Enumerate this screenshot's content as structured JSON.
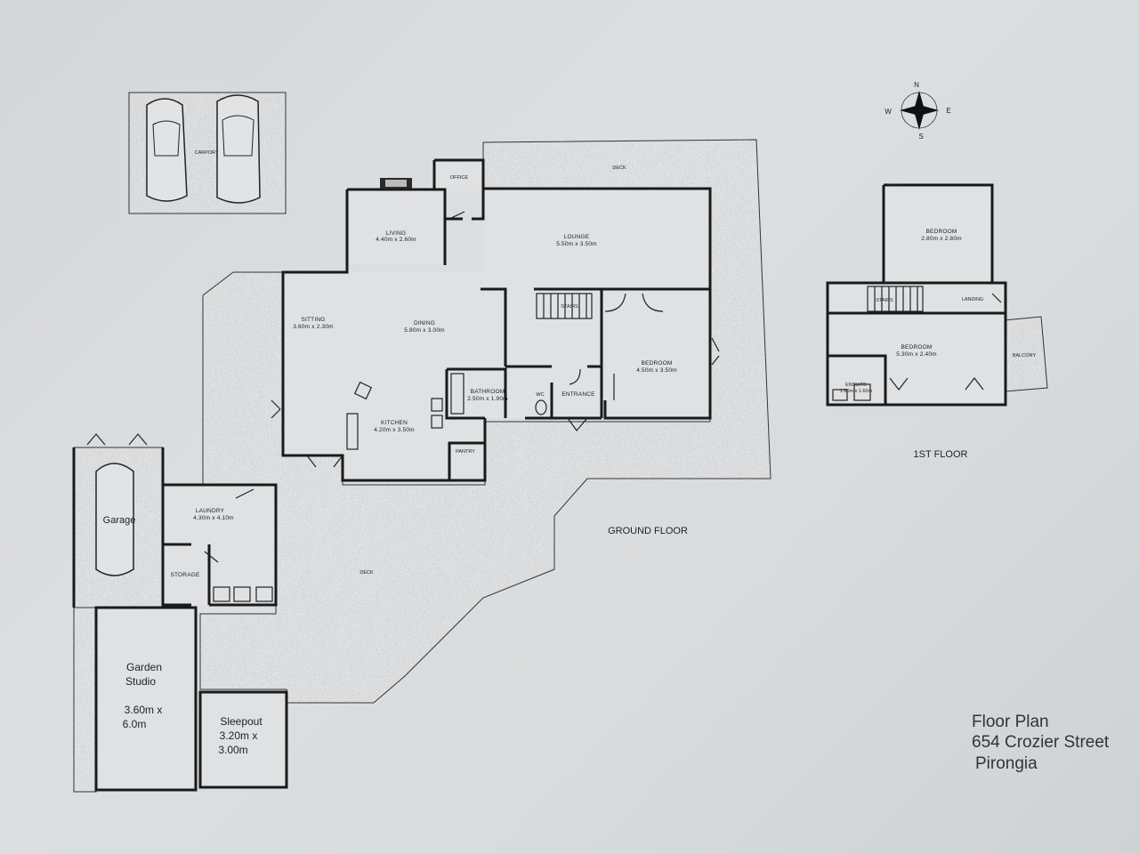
{
  "title_block": {
    "line1": "Floor Plan",
    "line2": "654 Crozier Street",
    "line3": "Pirongia"
  },
  "floors": {
    "ground": "GROUND FLOOR",
    "first": "1ST FLOOR"
  },
  "compass": {
    "n": "N",
    "e": "E",
    "s": "S",
    "w": "W"
  },
  "ground_rooms": {
    "carport": "CARPORT",
    "office": "OFFICE",
    "deck_north": "DECK",
    "living": "LIVING",
    "living_dim": "4.40m x 2.60m",
    "lounge": "LOUNGE",
    "lounge_dim": "5.50m x 3.50m",
    "sitting": "SITTING",
    "sitting_dim": "3.60m x 2.30m",
    "dining": "DINING",
    "dining_dim": "5.80m x 3.00m",
    "stairs": "STAIRS",
    "bedroom": "BEDROOM",
    "bedroom_dim": "4.50m x 3.50m",
    "bathroom": "BATHROOM",
    "bathroom_dim": "2.50m x 1.90m",
    "wc": "WC",
    "entrance": "ENTRANCE",
    "kitchen": "KITCHEN",
    "kitchen_dim": "4.20m x 3.50m",
    "pantry": "PANTRY",
    "garage": "Garage",
    "laundry": "LAUNDRY",
    "laundry_dim": "4.30m x 4.10m",
    "storage": "STORAGE",
    "deck_south": "DECK",
    "garden_studio_1": "Garden",
    "garden_studio_2": "Studio",
    "garden_studio_dim1": "3.60m x",
    "garden_studio_dim2": "6.0m",
    "sleepout": "Sleepout",
    "sleepout_dim1": "3.20m x",
    "sleepout_dim2": "3.00m"
  },
  "first_rooms": {
    "bedroom1": "BEDROOM",
    "bedroom1_dim": "2.80m x 2.80m",
    "stairs": "STAIRS",
    "landing": "LANDING",
    "bedroom2": "BEDROOM",
    "bedroom2_dim": "5.30m x 2.40m",
    "ensuite": "ENSUITE",
    "ensuite_dim": "1.80m x 1.60m",
    "balcony": "BALCONY"
  }
}
